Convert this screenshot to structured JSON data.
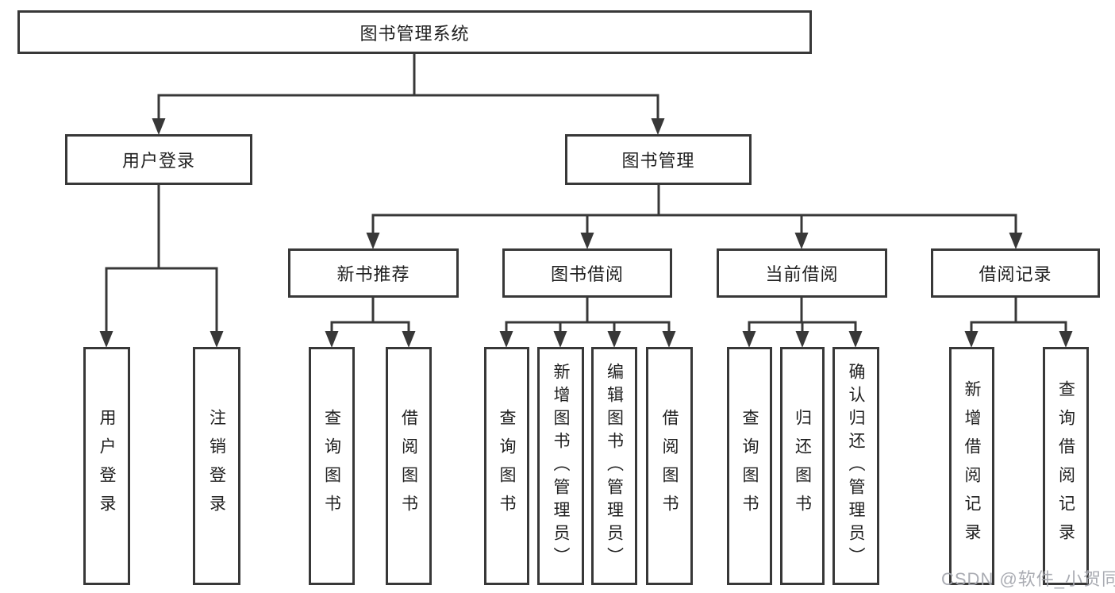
{
  "diagram": {
    "root": {
      "label": "图书管理系统"
    },
    "level1": [
      {
        "label": "用户登录",
        "leaves": [
          "用户登录",
          "注销登录"
        ]
      },
      {
        "label": "图书管理",
        "children": [
          {
            "label": "新书推荐",
            "leaves": [
              "查询图书",
              "借阅图书"
            ]
          },
          {
            "label": "图书借阅",
            "leaves": [
              "查询图书",
              "新增图书（管理员）",
              "编辑图书（管理员）",
              "借阅图书"
            ]
          },
          {
            "label": "当前借阅",
            "leaves": [
              "查询图书",
              "归还图书",
              "确认归还（管理员）"
            ]
          },
          {
            "label": "借阅记录",
            "leaves": [
              "新增借阅记录",
              "查询借阅记录"
            ]
          }
        ]
      }
    ]
  },
  "watermark": {
    "text": "CSDN @软件_小贺同学"
  },
  "colors": {
    "line": "#383838",
    "text": "#1f1f1f",
    "background": "#ffffff",
    "watermark": "#a5a8af"
  }
}
